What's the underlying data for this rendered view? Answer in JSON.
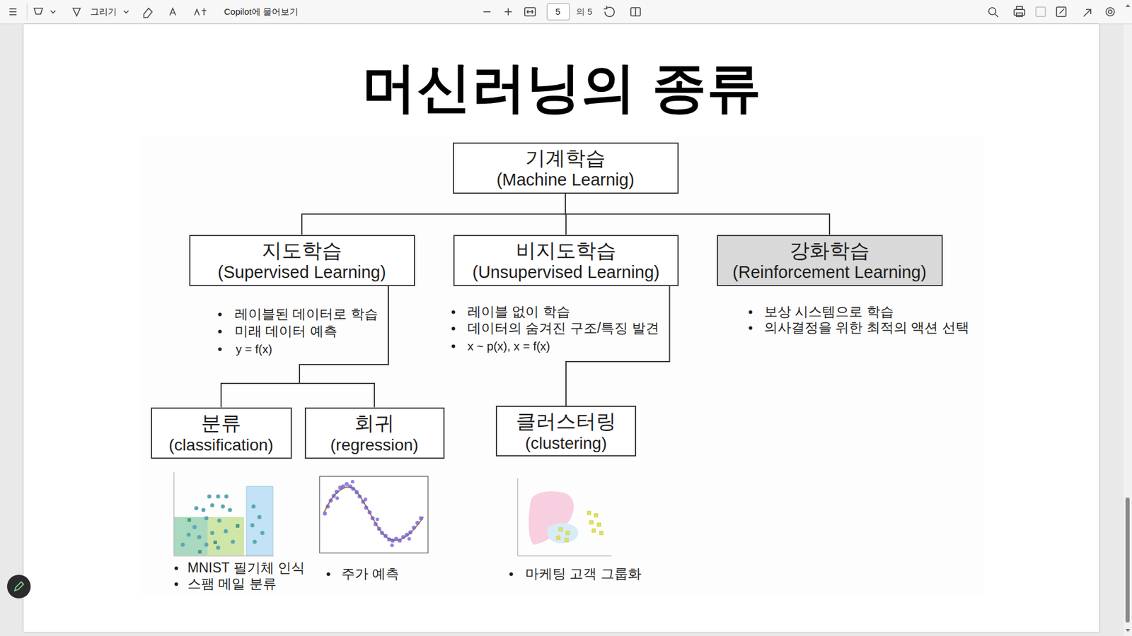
{
  "diagram": {
    "title": "머신러닝의 종류",
    "nodes": [
      {
        "text": [
          "기계학습",
          "(Machine Learnig)"
        ]
      },
      {
        "text": [
          "지도학습",
          "(Supervised Learning)"
        ]
      },
      {
        "text": [
          "비지도학습",
          "(Unsupervised Learning)"
        ]
      },
      {
        "text": [
          "강화학습",
          "(Reinforcement Learning)"
        ]
      },
      {
        "text": [
          "분류",
          "(classification)"
        ]
      },
      {
        "text": [
          "회귀",
          "(regression)"
        ]
      },
      {
        "text": [
          "클러스터링",
          "(clustering)"
        ]
      }
    ],
    "edges": [
      {
        "from": 0,
        "to": 1,
        "arrow": "none"
      },
      {
        "from": 0,
        "to": 2,
        "arrow": "none"
      },
      {
        "from": 0,
        "to": 3,
        "arrow": "none"
      },
      {
        "from": 1,
        "to": 4,
        "arrow": "none"
      },
      {
        "from": 1,
        "to": 5,
        "arrow": "none"
      },
      {
        "from": 2,
        "to": 6,
        "arrow": "none"
      }
    ],
    "labels": [
      "그리기",
      "Copilot에 물어보기",
      "5",
      "의 5",
      "레이블된 데이터로 학습",
      "미래 데이터 예측",
      "y = f(x)",
      "레이블 없이 학습",
      "데이터의 숨겨진 구조/특징 발견",
      "x ~ p(x), x = f(x)",
      "보상 시스템으로 학습",
      "의사결정을 위한 최적의 액션 선택",
      "MNIST 필기체 인식",
      "스팸 메일 분류",
      "주가 예측",
      "마케팅 고객 그룹화"
    ]
  }
}
